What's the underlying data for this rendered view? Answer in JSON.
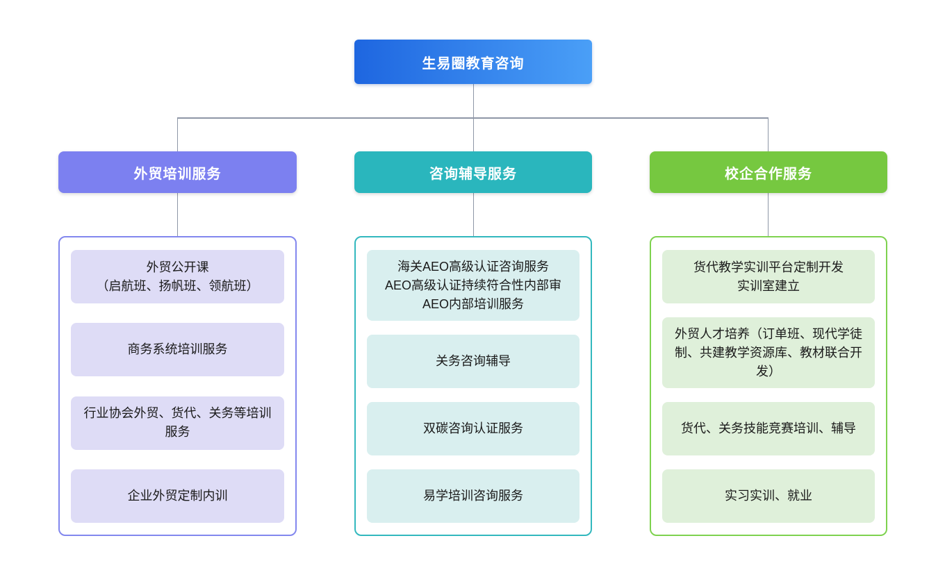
{
  "root": {
    "label": "生易圈教育咨询"
  },
  "branches": [
    {
      "label": "外贸培训服务",
      "header_color": "#7c80f0",
      "border_color": "#8287ee",
      "item_fill": "#dedcf6",
      "items": [
        {
          "lines": [
            "外贸公开课",
            "（启航班、扬帆班、领航班）"
          ]
        },
        {
          "lines": [
            "商务系统培训服务"
          ]
        },
        {
          "lines": [
            "行业协会外贸、货代、关务等培训服务"
          ]
        },
        {
          "lines": [
            "企业外贸定制内训"
          ]
        }
      ]
    },
    {
      "label": "咨询辅导服务",
      "header_color": "#2ab6bd",
      "border_color": "#32b8be",
      "item_fill": "#d9efef",
      "items": [
        {
          "lines": [
            "海关AEO高级认证咨询服务",
            "AEO高级认证持续符合性内部审",
            "AEO内部培训服务"
          ]
        },
        {
          "lines": [
            "关务咨询辅导"
          ]
        },
        {
          "lines": [
            "双碳咨询认证服务"
          ]
        },
        {
          "lines": [
            "易学培训咨询服务"
          ]
        }
      ]
    },
    {
      "label": "校企合作服务",
      "header_color": "#76c840",
      "border_color": "#7ed24f",
      "item_fill": "#dff0da",
      "items": [
        {
          "lines": [
            "货代教学实训平台定制开发",
            "实训室建立"
          ]
        },
        {
          "lines": [
            "外贸人才培养（订单班、现代学徒制、共建教学资源库、教材联合开发）"
          ]
        },
        {
          "lines": [
            "货代、关务技能竞赛培训、辅导"
          ]
        },
        {
          "lines": [
            "实习实训、就业"
          ]
        }
      ]
    }
  ],
  "colors": {
    "root_gradient_start": "#1e66e0",
    "root_gradient_end": "#4a9ff7",
    "connector": "#8e96a6",
    "background": "#ffffff"
  }
}
